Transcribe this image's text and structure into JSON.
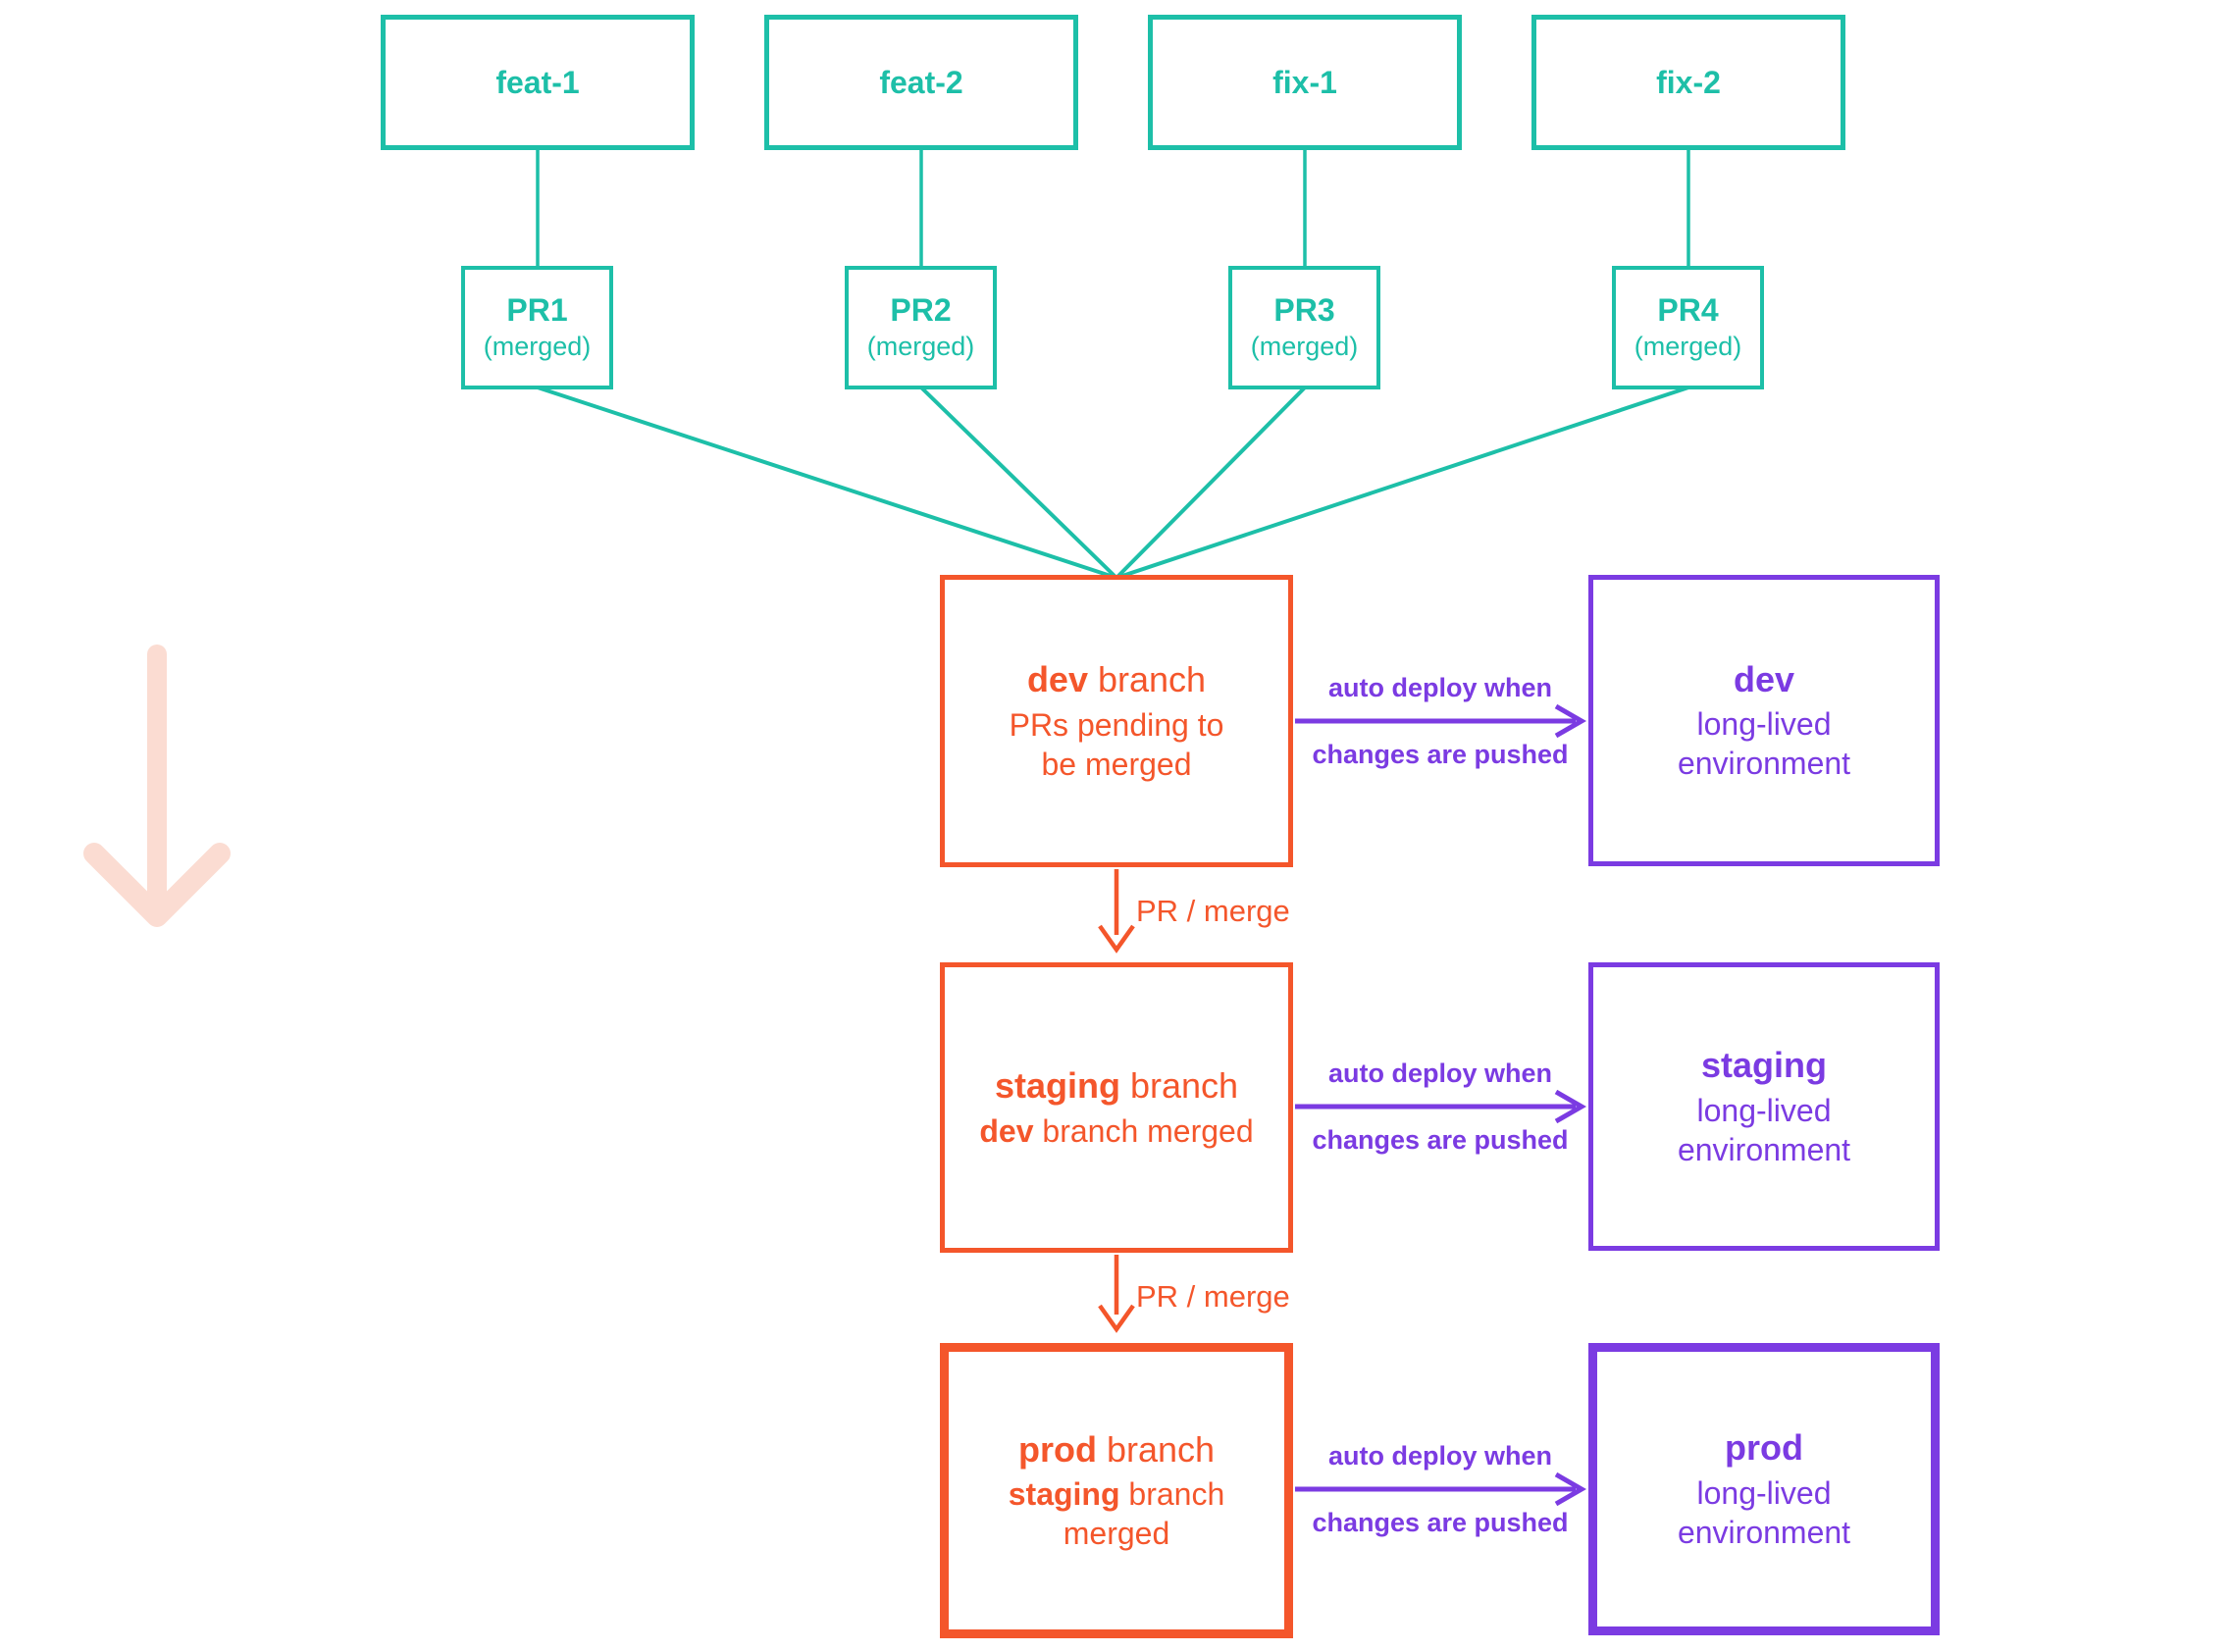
{
  "colors": {
    "teal": "#1DBFA8",
    "orange": "#F4562B",
    "purple": "#7B3BE2",
    "pink": "#FBDCD2"
  },
  "feature_branches": [
    {
      "label": "feat-1"
    },
    {
      "label": "feat-2"
    },
    {
      "label": "fix-1"
    },
    {
      "label": "fix-2"
    }
  ],
  "pull_requests": [
    {
      "label": "PR1",
      "status": "(merged)"
    },
    {
      "label": "PR2",
      "status": "(merged)"
    },
    {
      "label": "PR3",
      "status": "(merged)"
    },
    {
      "label": "PR4",
      "status": "(merged)"
    }
  ],
  "branch_boxes": [
    {
      "id": "dev",
      "title_bold": "dev",
      "title_rest": " branch",
      "subtitle_bold": "",
      "subtitle_rest": "PRs pending to be merged"
    },
    {
      "id": "staging",
      "title_bold": "staging",
      "title_rest": " branch",
      "subtitle_bold": "dev",
      "subtitle_rest": " branch merged"
    },
    {
      "id": "prod",
      "title_bold": "prod",
      "title_rest": " branch",
      "subtitle_bold": "staging",
      "subtitle_rest": " branch merged"
    }
  ],
  "environment_boxes": [
    {
      "id": "dev",
      "title": "dev",
      "subtitle": "long-lived environment"
    },
    {
      "id": "staging",
      "title": "staging",
      "subtitle": "long-lived environment"
    },
    {
      "id": "prod",
      "title": "prod",
      "subtitle": "long-lived environment"
    }
  ],
  "deploy_arrow_labels": [
    {
      "line1": "auto deploy when",
      "line2": "changes are pushed"
    },
    {
      "line1": "auto deploy when",
      "line2": "changes are pushed"
    },
    {
      "line1": "auto deploy when",
      "line2": "changes are pushed"
    }
  ],
  "merge_arrow_labels": [
    {
      "label": "PR / merge"
    },
    {
      "label": "PR / merge"
    }
  ]
}
